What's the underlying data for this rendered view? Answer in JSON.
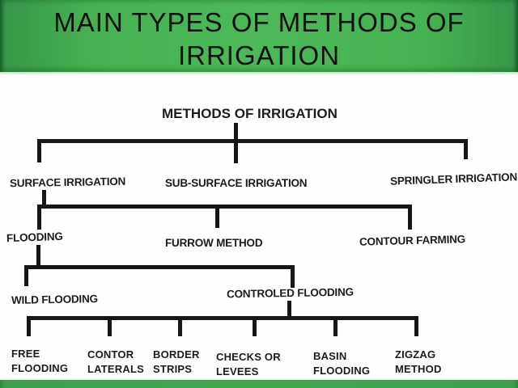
{
  "slide": {
    "title_line1": "MAIN TYPES OF METHODS OF",
    "title_line2": "IRRIGATION",
    "header_green": "#46b251",
    "footer_green": "#3fa04b",
    "line_color": "#161616",
    "text_color": "#1c1c1c"
  },
  "tree": {
    "root": {
      "label": "METHODS OF IRRIGATION"
    },
    "level1": [
      {
        "id": "surface",
        "label": "SURFACE IRRIGATION"
      },
      {
        "id": "subsurface",
        "label": "SUB-SURFACE IRRIGATION"
      },
      {
        "id": "springler",
        "label": "SPRINGLER IRRIGATION"
      }
    ],
    "surface_children": [
      {
        "id": "flooding",
        "label": "FLOODING"
      },
      {
        "id": "furrow",
        "label": "FURROW METHOD"
      },
      {
        "id": "contour",
        "label": "CONTOUR FARMING"
      }
    ],
    "flooding_children": [
      {
        "id": "wild",
        "label": "WILD FLOODING"
      },
      {
        "id": "controled",
        "label": "CONTROLED FLOODING"
      }
    ],
    "controled_children": [
      {
        "id": "free",
        "label": "FREE\nFLOODING"
      },
      {
        "id": "contor",
        "label": "CONTOR\nLATERALS"
      },
      {
        "id": "border",
        "label": "BORDER\nSTRIPS"
      },
      {
        "id": "checks",
        "label": "CHECKS OR\nLEVEES"
      },
      {
        "id": "basin",
        "label": "BASIN\nFLOODING"
      },
      {
        "id": "zigzag",
        "label": "ZIGZAG\nMETHOD"
      }
    ]
  }
}
